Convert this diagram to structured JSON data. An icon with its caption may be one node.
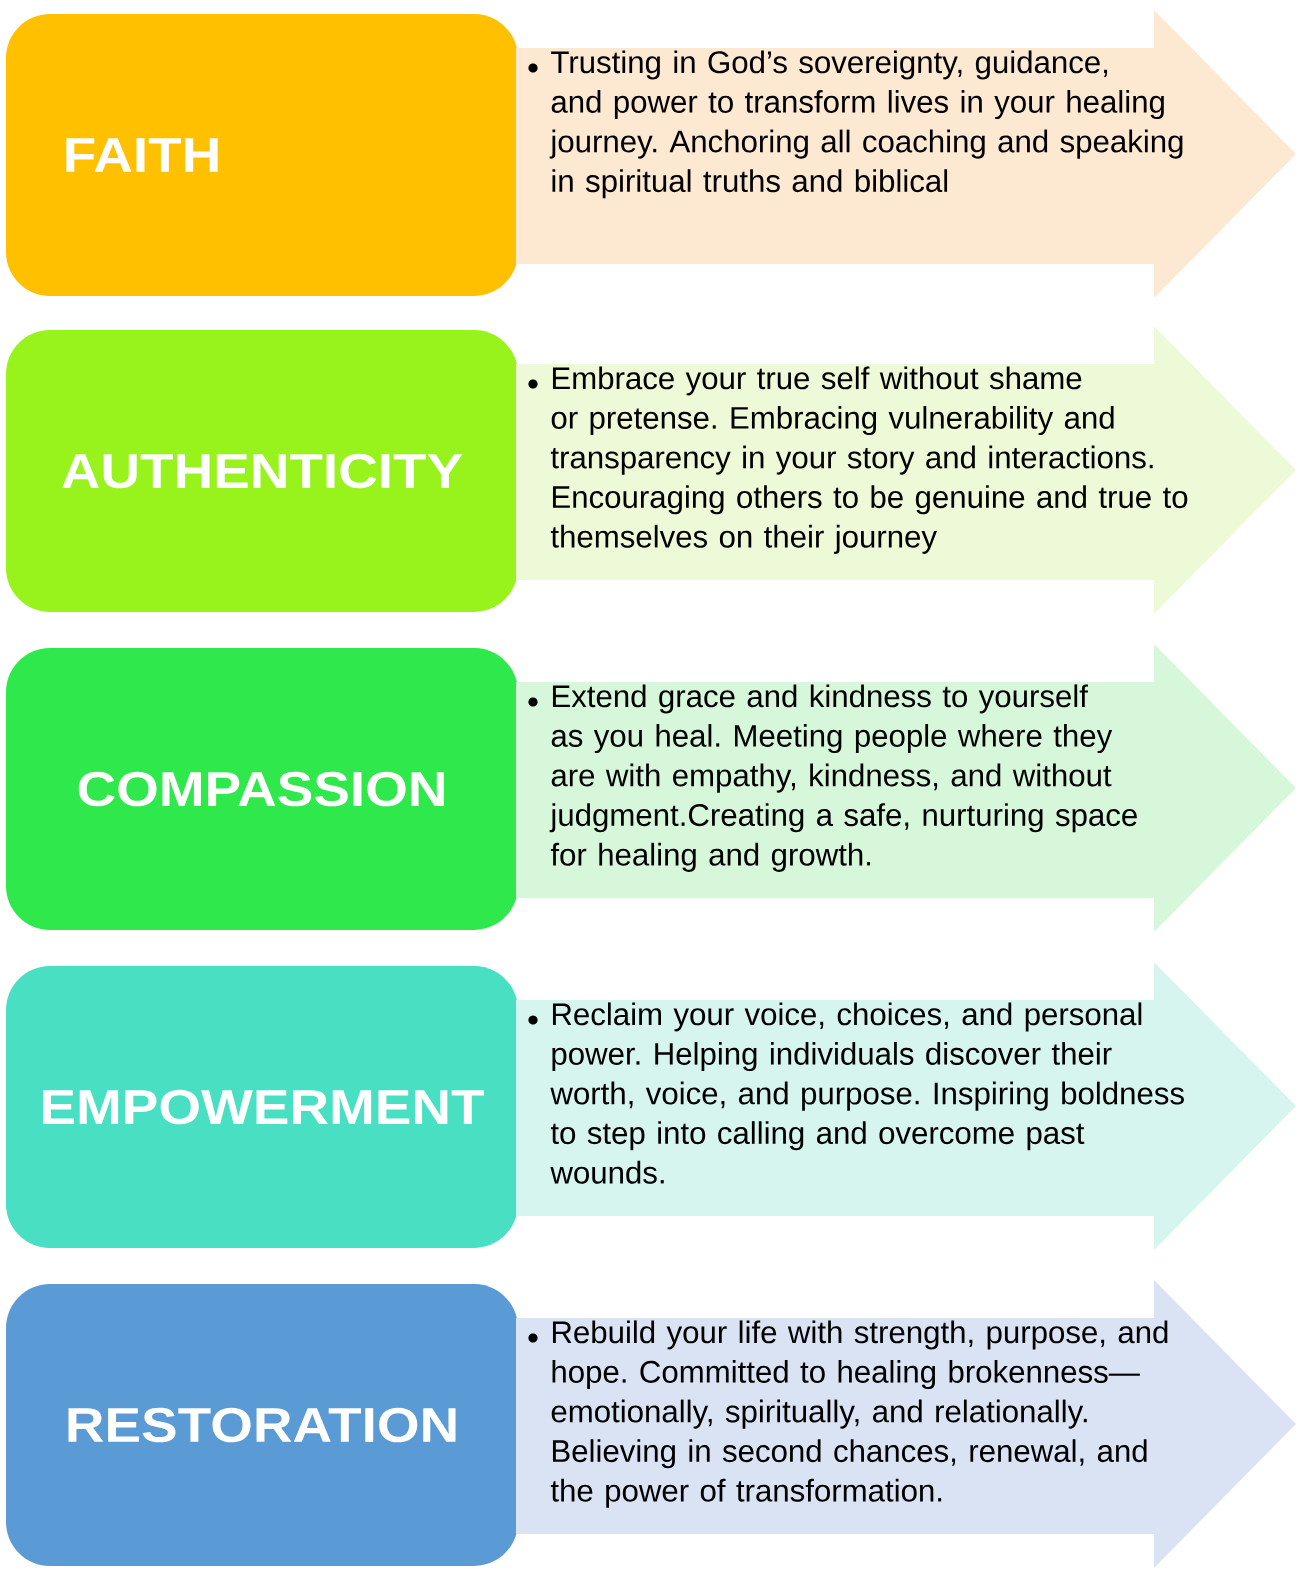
{
  "diagram": {
    "nodes": [
      {
        "text": [
          "FAITH"
        ]
      },
      {
        "text": [
          "Trusting in God’s sovereignty, guidance, and power to transform lives in your healing journey. Anchoring all coaching and speaking in spiritual truths and biblical"
        ]
      },
      {
        "text": [
          "AUTHENTICITY"
        ]
      },
      {
        "text": [
          "Embrace your true self without shame or pretense. Embracing vulnerability and transparency in your story and interactions. Encouraging others to be genuine and true to themselves on their journey"
        ]
      },
      {
        "text": [
          "COMPASSION"
        ]
      },
      {
        "text": [
          "Extend grace and kindness to yourself as you heal. Meeting people where they are with empathy, kindness, and without judgment.Creating a safe, nurturing space for healing and growth."
        ]
      },
      {
        "text": [
          "EMPOWERMENT"
        ]
      },
      {
        "text": [
          "Reclaim your voice, choices, and personal power. Helping individuals discover their worth, voice, and purpose. Inspiring boldness to step into calling and overcome past wounds."
        ]
      },
      {
        "text": [
          "RESTORATION"
        ]
      },
      {
        "text": [
          "Rebuild your life with strength, purpose, and hope. Committed to healing brokenness—emotionally, spiritually, and relationally. Believing in second chances, renewal, and the power of transformation."
        ]
      }
    ]
  }
}
